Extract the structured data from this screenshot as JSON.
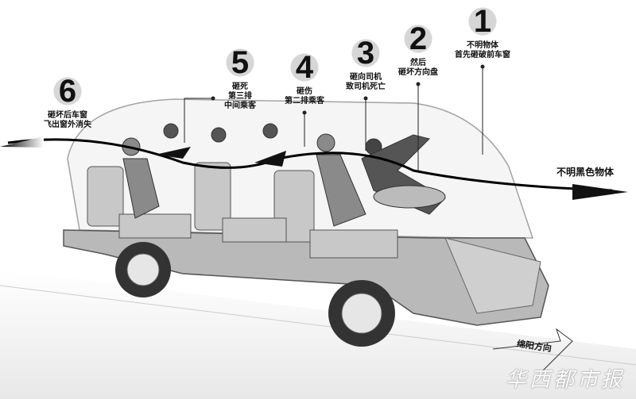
{
  "steps": [
    {
      "number": "1",
      "text_lines": [
        "不明物体",
        "首先砸破前车窗"
      ]
    },
    {
      "number": "2",
      "text_lines": [
        "然后",
        "砸坏方向盘"
      ]
    },
    {
      "number": "3",
      "text_lines": [
        "砸向司机",
        "致司机死亡"
      ]
    },
    {
      "number": "4",
      "text_lines": [
        "砸伤",
        "第二排乘客"
      ]
    },
    {
      "number": "5",
      "text_lines": [
        "砸死",
        "第三排",
        "中间乘客"
      ]
    },
    {
      "number": "6",
      "text_lines": [
        "砸坏后车窗",
        "飞出窗外消失"
      ]
    }
  ],
  "object_label": "不明黑色物体",
  "direction_label": "绵阳方向",
  "watermark": "华西都市报"
}
